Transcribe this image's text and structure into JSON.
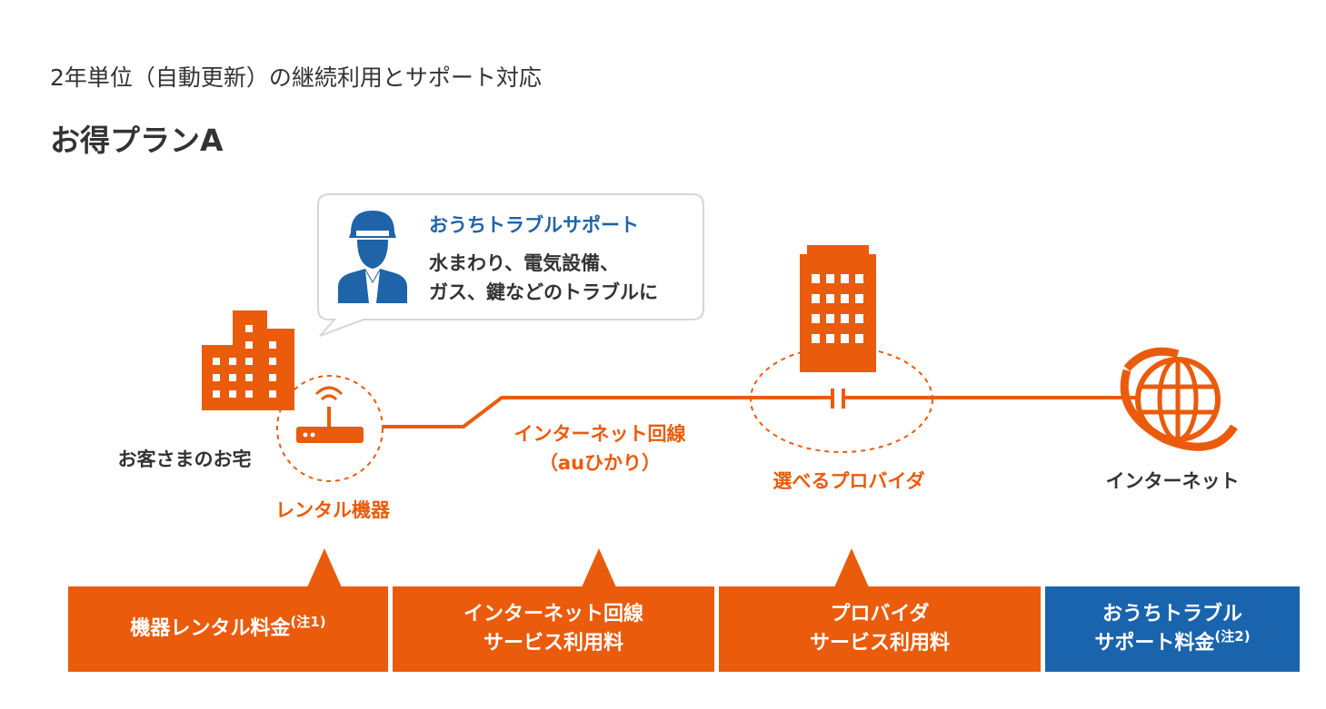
{
  "header": {
    "subtitle": "2年単位（自動更新）の継続利用とサポート対応",
    "plan_title": "お得プランA"
  },
  "diagram": {
    "support_bubble": {
      "title": "おうちトラブルサポート",
      "line1": "水まわり、電気設備、",
      "line2": "ガス、鍵などのトラブルに"
    },
    "home_label": "お客さまのお宅",
    "router_label": "レンタル機器",
    "line_label_1": "インターネット回線",
    "line_label_2": "（auひかり）",
    "provider_label": "選べるプロバイダ",
    "internet_label": "インターネット"
  },
  "fees": [
    {
      "line1": "機器レンタル料金",
      "note": "(注1)",
      "color": "#ea5b0c"
    },
    {
      "line1": "インターネット回線",
      "line2": "サービス利用料",
      "color": "#ea5b0c"
    },
    {
      "line1": "プロバイダ",
      "line2": "サービス利用料",
      "color": "#ea5b0c"
    },
    {
      "line1": "おうちトラブル",
      "line2": "サポート料金",
      "note": "(注2)",
      "color": "#1a64ad"
    }
  ],
  "colors": {
    "accent": "#ea5b0c",
    "support_blue": "#1a64ad"
  },
  "icons": [
    "house-building-icon",
    "router-icon",
    "support-person-icon",
    "provider-building-icon",
    "globe-icon"
  ]
}
